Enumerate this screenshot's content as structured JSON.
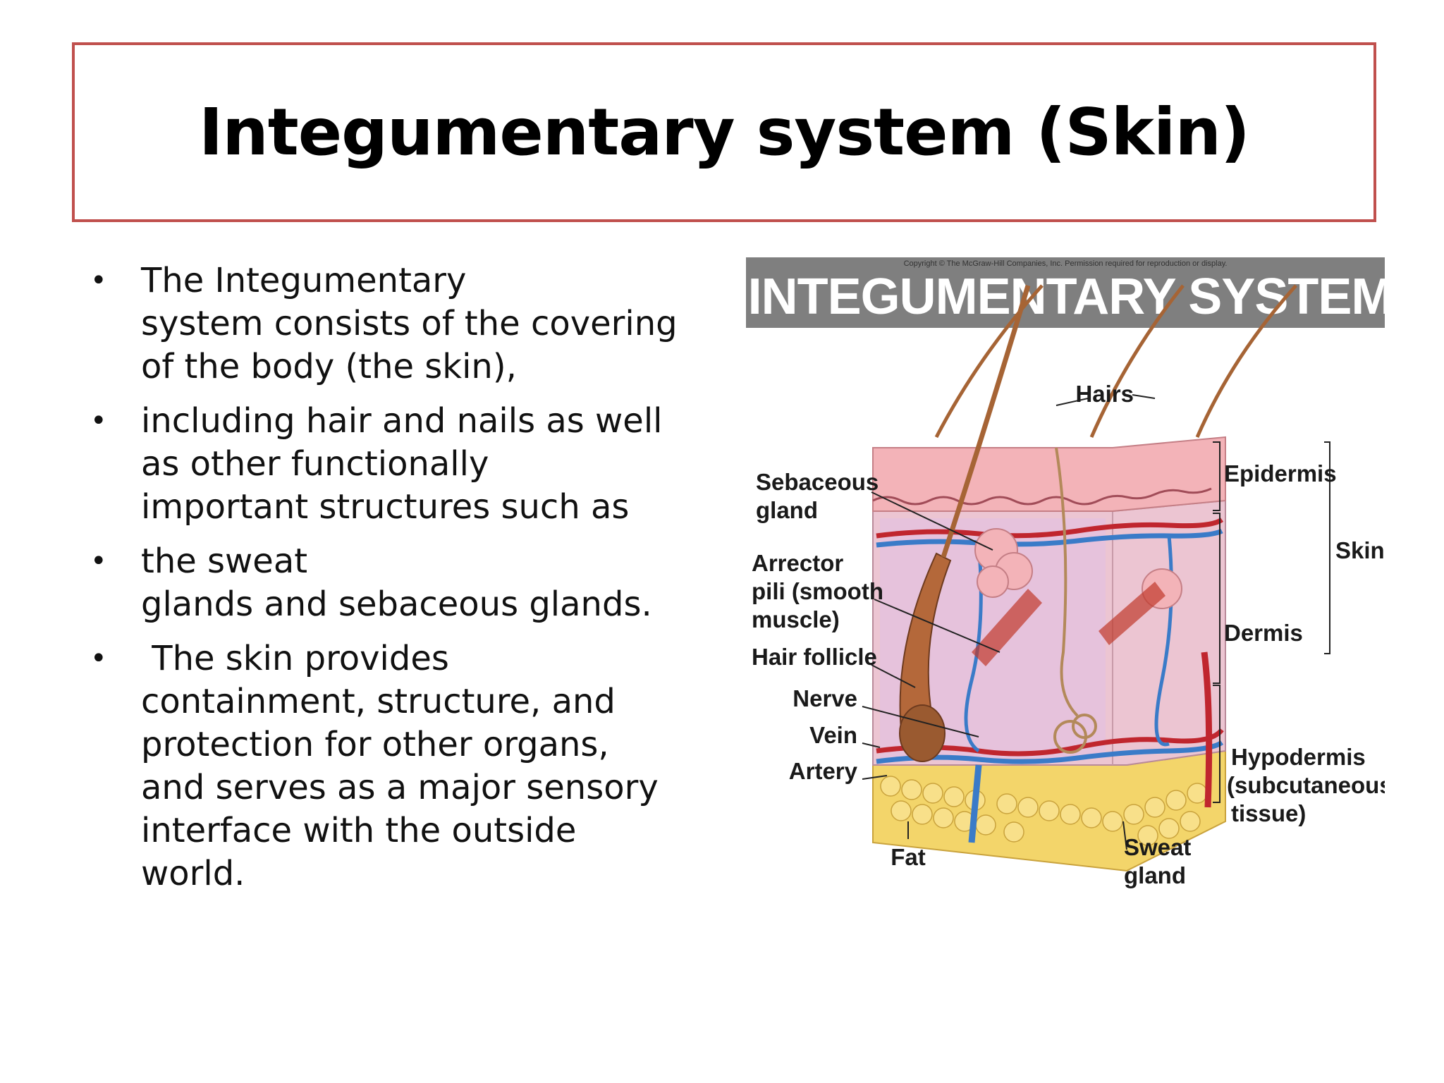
{
  "title": "Integumentary system (Skin)",
  "bullets": [
    {
      "lines": [
        "The Integumentary",
        "system consists of the covering",
        "of the body (the skin),"
      ]
    },
    {
      "lines": [
        "including hair and nails as well",
        "as other functionally",
        "important structures such as"
      ]
    },
    {
      "lines": [
        "the sweat",
        "glands and sebaceous glands."
      ]
    },
    {
      "lines": [
        " The skin provides",
        "containment, structure, and",
        "protection for other organs,",
        "and serves as a major sensory",
        "interface with the outside",
        "world."
      ]
    }
  ],
  "figure": {
    "banner": "INTEGUMENTARY SYSTEM",
    "copyright": "Copyright © The McGraw-Hill Companies, Inc. Permission required for reproduction or display.",
    "labels": {
      "hairs": "Hairs",
      "sebaceous_1": "Sebaceous",
      "sebaceous_2": "gland",
      "arrector_1": "Arrector",
      "arrector_2": "pili (smooth",
      "arrector_3": "muscle)",
      "hair_follicle": "Hair follicle",
      "nerve": "Nerve",
      "vein": "Vein",
      "artery": "Artery",
      "fat": "Fat",
      "sweat_1": "Sweat",
      "sweat_2": "gland",
      "epidermis": "Epidermis",
      "skin": "Skin",
      "dermis": "Dermis",
      "hypodermis_1": "Hypodermis",
      "hypodermis_2": "(subcutaneous",
      "hypodermis_3": "tissue)"
    }
  }
}
